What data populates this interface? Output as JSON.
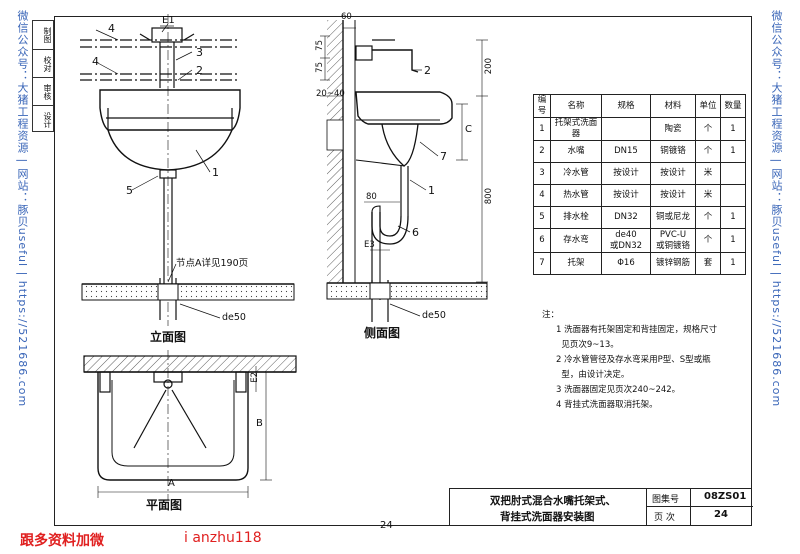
{
  "watermarks": {
    "left": "微信公众号：大猪工程资源 | 网站：豚贝useful | https://521686.com",
    "right": "微信公众号：大猪工程资源 | 网站：豚贝useful | https://521686.com"
  },
  "side_table": [
    "制图",
    "校对",
    "审核",
    "设计"
  ],
  "front_view": {
    "title": "立面图",
    "callouts": [
      "4",
      "E1",
      "3",
      "2",
      "1",
      "5"
    ],
    "note": "节点A详见190页",
    "pipe": "de50"
  },
  "side_view": {
    "title": "侧面图",
    "dims": [
      "60",
      "75",
      "75",
      "200",
      "20~40",
      "C",
      "800",
      "80",
      "E3"
    ],
    "callouts": [
      "2",
      "7",
      "1",
      "6"
    ],
    "pipe": "de50"
  },
  "plan_view": {
    "title": "平面图",
    "dims": [
      "E2",
      "B",
      "A"
    ]
  },
  "parts_table": {
    "headers": [
      "编号",
      "名称",
      "规格",
      "材料",
      "单位",
      "数量"
    ],
    "rows": [
      [
        "1",
        "托架式洗面器",
        "",
        "陶瓷",
        "个",
        "1"
      ],
      [
        "2",
        "水嘴",
        "DN15",
        "铜镀铬",
        "个",
        "1"
      ],
      [
        "3",
        "冷水管",
        "按设计",
        "按设计",
        "米",
        ""
      ],
      [
        "4",
        "热水管",
        "按设计",
        "按设计",
        "米",
        ""
      ],
      [
        "5",
        "排水栓",
        "DN32",
        "铜或尼龙",
        "个",
        "1"
      ],
      [
        "6",
        "存水弯",
        "de40\n或DN32",
        "PVC-U\n或铜镀铬",
        "个",
        "1"
      ],
      [
        "7",
        "托架",
        "Φ16",
        "镀锌钢筋",
        "套",
        "1"
      ]
    ]
  },
  "notes": {
    "heading": "注：",
    "items": [
      "1 洗面器有托架固定和背挂固定，规格尺寸",
      "  见页次9~13。",
      "2 冷水管管径及存水弯采用P型、S型或瓶",
      "  型，由设计决定。",
      "3 洗面器固定见页次240~242。",
      "4 背挂式洗面器取消托架。"
    ]
  },
  "title_block": {
    "title_line1": "双把肘式混合水嘴托架式、",
    "title_line2": "背挂式洗面器安装图",
    "atlas_label": "图集号",
    "atlas_value": "08ZS01",
    "page_label": "页 次",
    "page_value": "24"
  },
  "page_number": "24",
  "footer": {
    "left": "跟多资料加微",
    "right": "i anzhu118"
  }
}
